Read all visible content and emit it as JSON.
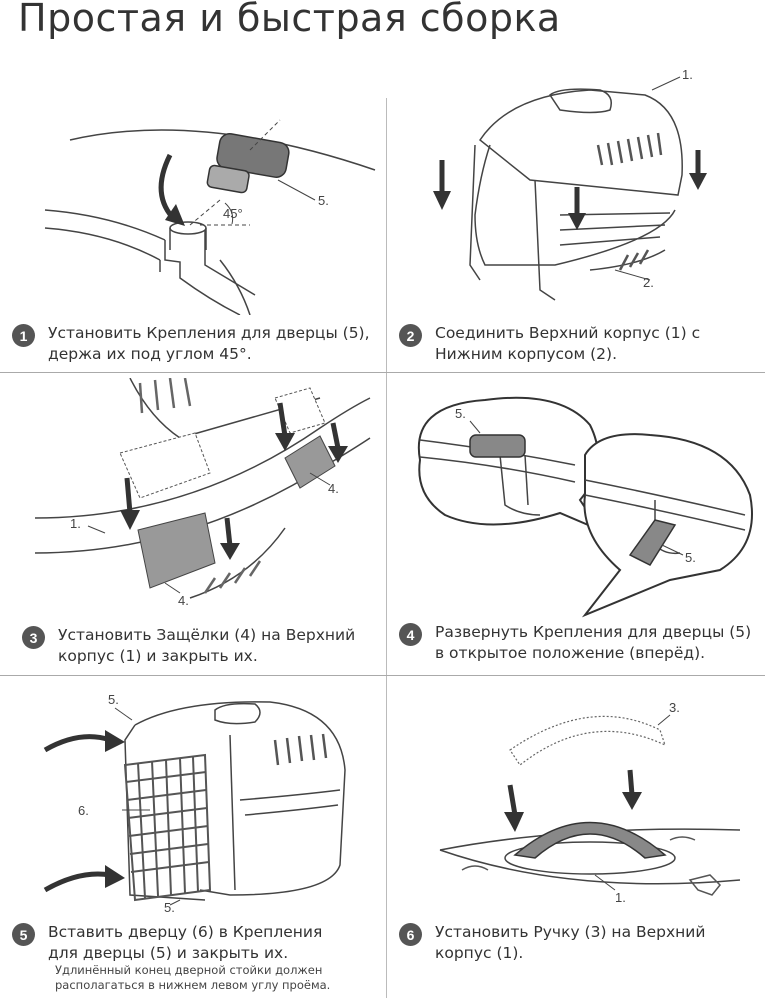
{
  "title": "Простая и быстрая сборка",
  "steps": [
    {
      "num": "1",
      "text": "Установить Крепления для дверцы (5), держа их под углом 45°.",
      "labels": [
        "5.",
        "45°"
      ]
    },
    {
      "num": "2",
      "text": "Соединить Верхний корпус (1) с Нижним корпусом (2).",
      "labels": [
        "1.",
        "2."
      ]
    },
    {
      "num": "3",
      "text": "Установить Защёлки (4) на Верхний корпус (1) и закрыть их.",
      "labels": [
        "1.",
        "4.",
        "4."
      ]
    },
    {
      "num": "4",
      "text": "Развернуть Крепления для дверцы (5) в открытое положение (вперёд).",
      "labels": [
        "5.",
        "5."
      ]
    },
    {
      "num": "5",
      "text": "Вставить дверцу (6) в Крепления для дверцы (5) и закрыть их.",
      "note": "Удлинённый конец дверной стойки должен располагаться в нижнем левом углу проёма.",
      "labels": [
        "5.",
        "5.",
        "6."
      ]
    },
    {
      "num": "6",
      "text": "Установить  Ручку (3) на Верхний корпус (1).",
      "labels": [
        "3.",
        "1."
      ]
    }
  ],
  "colors": {
    "ink": "#333333",
    "badge": "#555555",
    "part_fill": "#8a8a8a",
    "divider": "#aaaaaa"
  }
}
